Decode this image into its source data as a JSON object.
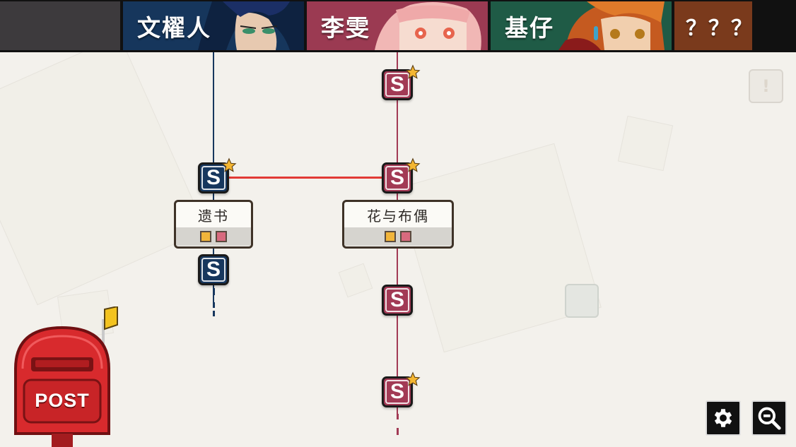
{
  "top_tabs": [
    {
      "label": "",
      "bg": "#3d3a3d"
    },
    {
      "label": "文櫂人",
      "bg": "#16365c"
    },
    {
      "label": "李雯",
      "bg": "#9b3a52"
    },
    {
      "label": "基仔",
      "bg": "#1f5b46"
    },
    {
      "label": "？？？",
      "bg": "#7a3a1c"
    }
  ],
  "routes": {
    "navy_color": "#17375e",
    "rose_color": "#a23a55",
    "link_color": "#e23a35"
  },
  "nodes": [
    {
      "id": "rose-top",
      "letter": "S",
      "route": "rose",
      "starred": true
    },
    {
      "id": "navy-1",
      "letter": "S",
      "route": "navy",
      "starred": true
    },
    {
      "id": "rose-2",
      "letter": "S",
      "route": "rose",
      "starred": true
    },
    {
      "id": "navy-2",
      "letter": "S",
      "route": "navy",
      "starred": false
    },
    {
      "id": "rose-3",
      "letter": "S",
      "route": "rose",
      "starred": false
    },
    {
      "id": "rose-4",
      "letter": "S",
      "route": "rose",
      "starred": true
    }
  ],
  "cards": [
    {
      "title": "遗书",
      "chips": [
        "yellow",
        "pink"
      ]
    },
    {
      "title": "花与布偶",
      "chips": [
        "yellow",
        "pink"
      ]
    }
  ],
  "hint_button": {
    "glyph": "!"
  },
  "mailbox": {
    "label": "POST"
  },
  "controls": {
    "settings_icon": "gear-icon",
    "zoom_icon": "zoom-out-icon"
  }
}
